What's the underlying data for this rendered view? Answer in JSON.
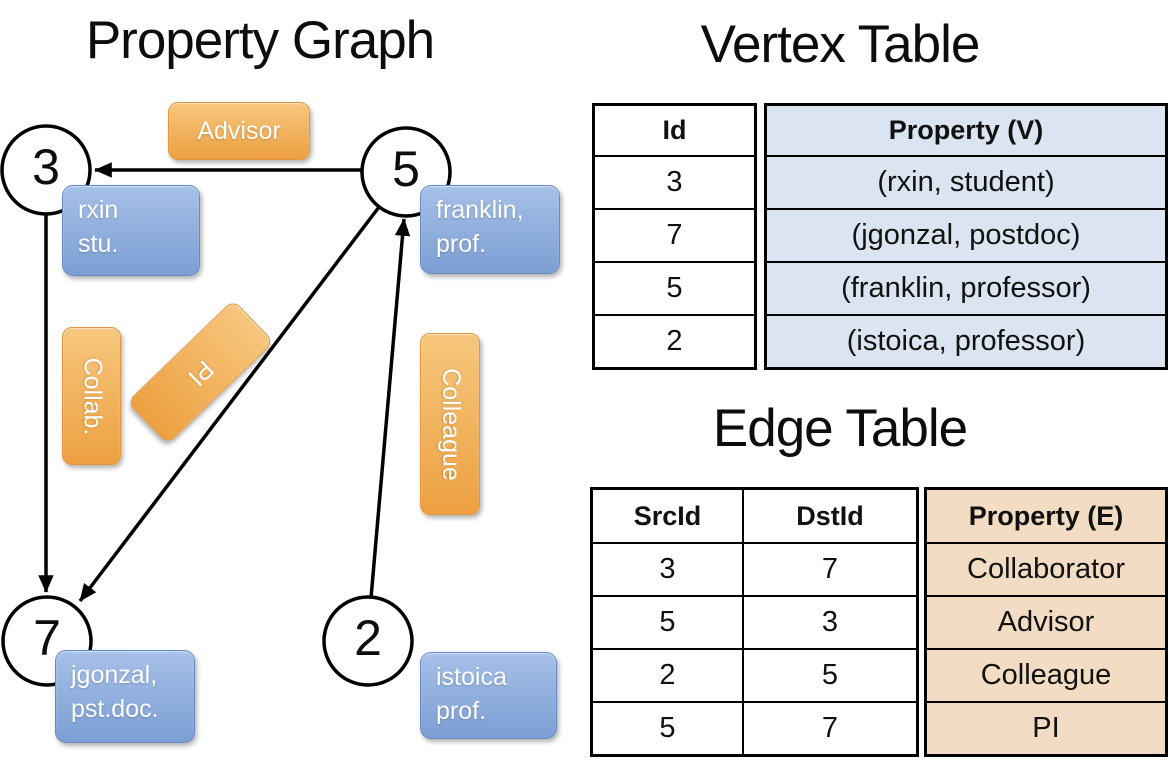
{
  "titles": {
    "graph": "Property Graph",
    "vertex": "Vertex Table",
    "edge": "Edge Table"
  },
  "graph": {
    "nodes": [
      {
        "id": "3",
        "line1": "rxin",
        "line2": "stu."
      },
      {
        "id": "5",
        "line1": "franklin,",
        "line2": "prof."
      },
      {
        "id": "7",
        "line1": "jgonzal,",
        "line2": "pst.doc."
      },
      {
        "id": "2",
        "line1": "istoica",
        "line2": "prof."
      }
    ],
    "edge_labels": {
      "advisor": "Advisor",
      "collab": "Collab.",
      "pi": "PI",
      "colleague": "Colleague"
    }
  },
  "vertex_table": {
    "headers": {
      "id": "Id",
      "property": "Property (V)"
    },
    "rows": [
      {
        "id": "3",
        "property": "(rxin, student)"
      },
      {
        "id": "7",
        "property": "(jgonzal, postdoc)"
      },
      {
        "id": "5",
        "property": "(franklin, professor)"
      },
      {
        "id": "2",
        "property": "(istoica, professor)"
      }
    ]
  },
  "edge_table": {
    "headers": {
      "src": "SrcId",
      "dst": "DstId",
      "property": "Property (E)"
    },
    "rows": [
      {
        "src": "3",
        "dst": "7",
        "property": "Collaborator"
      },
      {
        "src": "5",
        "dst": "3",
        "property": "Advisor"
      },
      {
        "src": "2",
        "dst": "5",
        "property": "Colleague"
      },
      {
        "src": "5",
        "dst": "7",
        "property": "PI"
      }
    ]
  },
  "colors": {
    "orange_box": "#EFA648",
    "blue_box": "#8AA9DC",
    "vertex_property_bg": "#DBE5F1",
    "edge_property_bg": "#F2DCC3",
    "line": "#000000"
  }
}
